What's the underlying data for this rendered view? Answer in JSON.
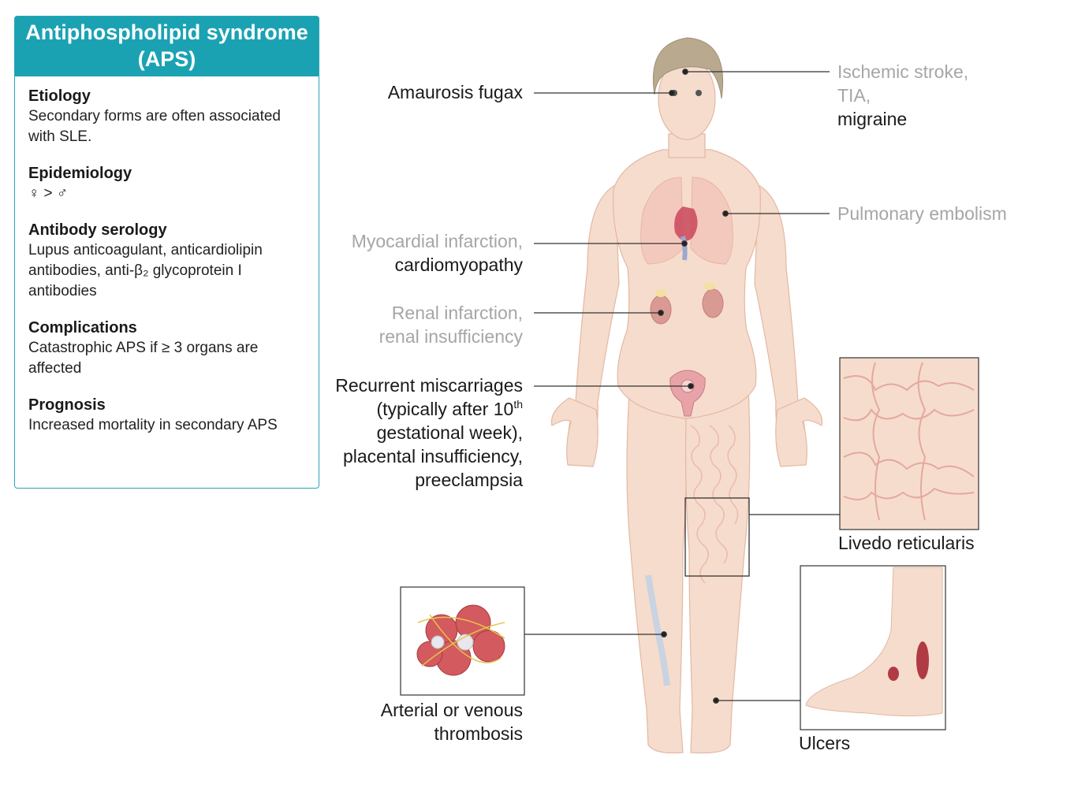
{
  "info_box": {
    "title_line1": "Antiphospholipid syndrome",
    "title_line2": "(APS)",
    "accent_color": "#1aa2b3",
    "sections": [
      {
        "title": "Etiology",
        "text": "Secondary forms are often associated with SLE."
      },
      {
        "title": "Epidemiology",
        "text": "♀ > ♂"
      },
      {
        "title": "Antibody serology",
        "text": "Lupus anticoagulant, anticardiolipin antibodies, anti-β₂ glycoprotein I antibodies"
      },
      {
        "title": "Complications",
        "text": "Catastrophic APS if ≥ 3 organs are affected"
      },
      {
        "title": "Prognosis",
        "text": "Increased mortality in secondary APS"
      }
    ]
  },
  "labels": {
    "amaurosis": "Amaurosis fugax",
    "stroke_1": "Ischemic stroke,",
    "stroke_2": "TIA,",
    "stroke_3": "migraine",
    "pulmonary": "Pulmonary embolism",
    "mi_1": "Myocardial infarction,",
    "mi_2": "cardiomyopathy",
    "renal_1": "Renal infarction,",
    "renal_2": "renal insufficiency",
    "misc_1": "Recurrent miscarriages",
    "misc_2a": "(typically after 10",
    "misc_2sup": "th",
    "misc_3": "gestational week),",
    "misc_4": "placental insufficiency,",
    "misc_5": "preeclampsia",
    "livedo": "Livedo reticularis",
    "thrombosis_1": "Arterial or venous",
    "thrombosis_2": "thrombosis",
    "ulcers": "Ulcers"
  }
}
